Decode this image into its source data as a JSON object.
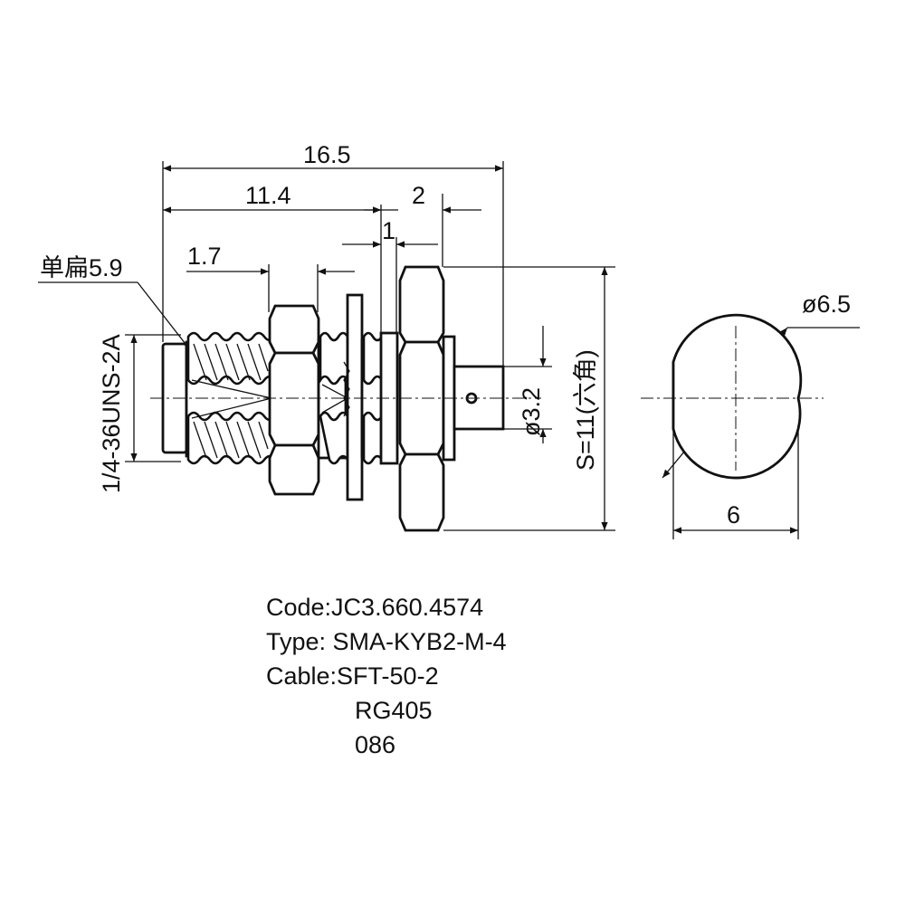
{
  "dimensions": {
    "overall_length": "16.5",
    "body_length": "11.4",
    "flange_width": "2",
    "washer_thickness": "1",
    "thread_start": "1.7",
    "flat_label": "单扁5.9",
    "thread_spec": "1/4-36UNS-2A",
    "pin_diameter": "ø3.2",
    "hex_size": "S=11(六角)",
    "end_diameter": "ø6.5",
    "end_flat": "6"
  },
  "info": {
    "code": "Code:JC3.660.4574",
    "type": "Type: SMA-KYB2-M-4",
    "cable": "Cable:SFT-50-2",
    "cable_alt1": "RG405",
    "cable_alt2": "086"
  }
}
